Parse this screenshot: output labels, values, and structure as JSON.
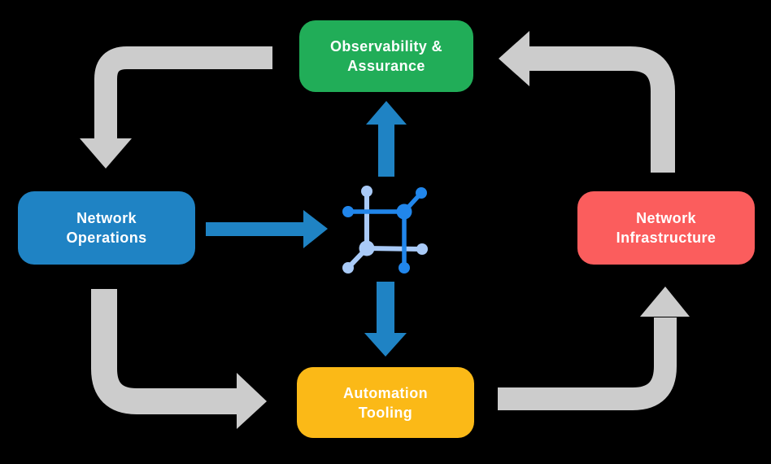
{
  "colors": {
    "bg": "#000000",
    "text": "#FFFFFF",
    "cycle-arrow": "#CCCCCC",
    "flow-arrow": "#1F83C4",
    "icon-dark": "#2186EB",
    "icon-light": "#A9CAF7"
  },
  "nodes": [
    {
      "id": "observability-assurance",
      "label": "Observability &\nAssurance",
      "color": "#21AD58"
    },
    {
      "id": "network-operations",
      "label": "Network\nOperations",
      "color": "#1F83C4"
    },
    {
      "id": "network-infrastructure",
      "label": "Network\nInfrastructure",
      "color": "#FB5D5D"
    },
    {
      "id": "automation-tooling",
      "label": "Automation\nTooling",
      "color": "#FBB917"
    }
  ],
  "center_icon": {
    "name": "network-automation-icon"
  },
  "arrows": [
    {
      "id": "observability-to-operations",
      "from": "observability-assurance",
      "to": "network-operations",
      "style": "cycle"
    },
    {
      "id": "operations-to-automation",
      "from": "network-operations",
      "to": "automation-tooling",
      "style": "cycle"
    },
    {
      "id": "automation-to-infrastructure",
      "from": "automation-tooling",
      "to": "network-infrastructure",
      "style": "cycle"
    },
    {
      "id": "infrastructure-to-observability",
      "from": "network-infrastructure",
      "to": "observability-assurance",
      "style": "cycle"
    },
    {
      "id": "operations-to-center",
      "from": "network-operations",
      "to": "center-icon",
      "style": "flow"
    },
    {
      "id": "center-to-observability",
      "from": "center-icon",
      "to": "observability-assurance",
      "style": "flow"
    },
    {
      "id": "center-to-automation",
      "from": "center-icon",
      "to": "automation-tooling",
      "style": "flow"
    }
  ]
}
